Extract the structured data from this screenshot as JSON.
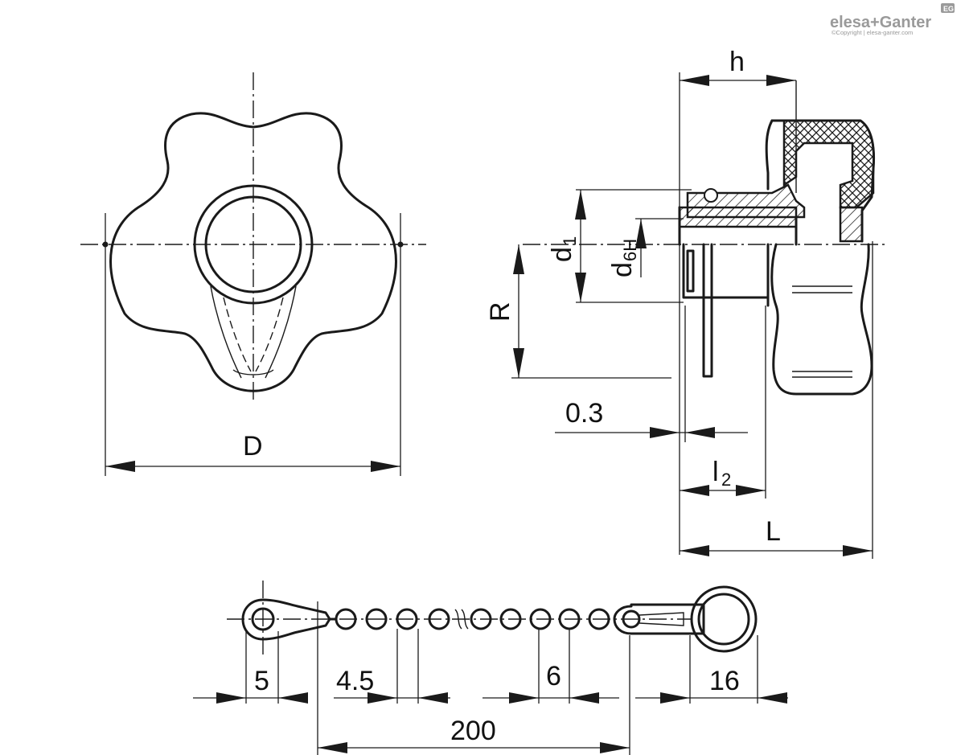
{
  "brand": {
    "name": "elesa+Ganter",
    "badge": "EG",
    "copyright": "©Copyright | elesa-ganter.com"
  },
  "dimensions": {
    "D": "D",
    "h": "h",
    "d1_main": "d",
    "d1_sub": "1",
    "d6H_main": "d",
    "d6H_sub": "6H",
    "R": "R",
    "gap": "0.3",
    "l2_main": "l",
    "l2_sub": "2",
    "L": "L",
    "chain_hole": "5",
    "ball_dia": "4.5",
    "ball_pitch": "6",
    "ring_dia": "16",
    "chain_length": "200"
  }
}
